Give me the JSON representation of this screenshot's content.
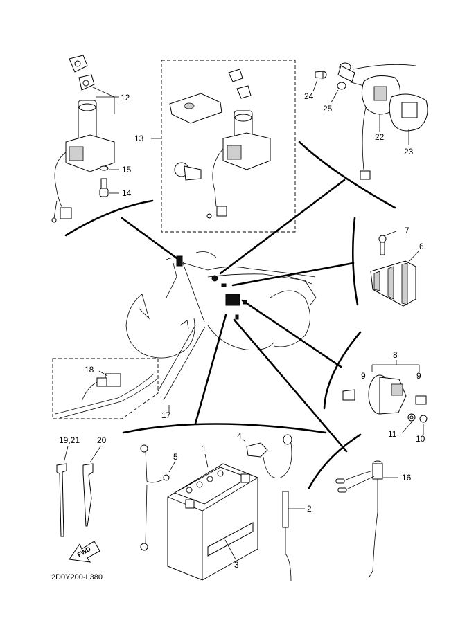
{
  "diagram_code": "2D0Y200-L380",
  "fwd_label": "FWD",
  "callouts": {
    "c1": "1",
    "c2": "2",
    "c3": "3",
    "c4": "4",
    "c5": "5",
    "c6": "6",
    "c7": "7",
    "c8": "8",
    "c9a": "9",
    "c9b": "9",
    "c10": "10",
    "c11": "11",
    "c12": "12",
    "c13": "13",
    "c14": "14",
    "c15": "15",
    "c16": "16",
    "c17": "17",
    "c18": "18",
    "c1921": "19,21",
    "c20": "20",
    "c22": "22",
    "c23": "23",
    "c24": "24",
    "c25": "25"
  }
}
